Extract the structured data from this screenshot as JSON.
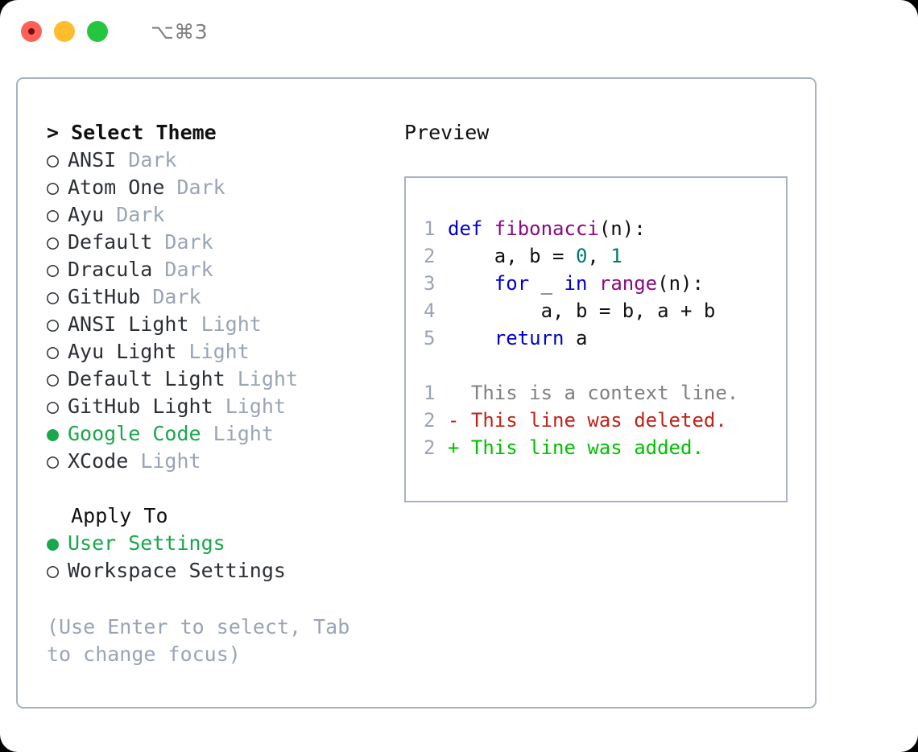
{
  "titlebar": {
    "shortcut": "⌥⌘3",
    "buttons": [
      {
        "name": "close",
        "color": "#ff6159"
      },
      {
        "name": "minimize",
        "color": "#ffbd2e"
      },
      {
        "name": "zoom",
        "color": "#25c63f"
      }
    ]
  },
  "theme_list": {
    "header": "> Select Theme",
    "marker_selected": "●",
    "marker_unselected": "○",
    "items": [
      {
        "label": "ANSI",
        "suffix": "Dark",
        "selected": false
      },
      {
        "label": "Atom One",
        "suffix": "Dark",
        "selected": false
      },
      {
        "label": "Ayu",
        "suffix": "Dark",
        "selected": false
      },
      {
        "label": "Default",
        "suffix": "Dark",
        "selected": false
      },
      {
        "label": "Dracula",
        "suffix": "Dark",
        "selected": false
      },
      {
        "label": "GitHub",
        "suffix": "Dark",
        "selected": false
      },
      {
        "label": "ANSI Light",
        "suffix": "Light",
        "selected": false
      },
      {
        "label": "Ayu Light",
        "suffix": "Light",
        "selected": false
      },
      {
        "label": "Default Light",
        "suffix": "Light",
        "selected": false
      },
      {
        "label": "GitHub Light",
        "suffix": "Light",
        "selected": false
      },
      {
        "label": "Google Code",
        "suffix": "Light",
        "selected": true
      },
      {
        "label": "XCode",
        "suffix": "Light",
        "selected": false
      }
    ]
  },
  "apply_to": {
    "header": "  Apply To",
    "items": [
      {
        "label": "User Settings",
        "selected": true
      },
      {
        "label": "Workspace Settings",
        "selected": false
      }
    ]
  },
  "hint": "(Use Enter to select, Tab to change focus)",
  "preview": {
    "title": "Preview",
    "code_lines": [
      {
        "num": "1",
        "tokens": [
          {
            "t": "def ",
            "c": "kw"
          },
          {
            "t": "fibonacci",
            "c": "fn"
          },
          {
            "t": "(n):",
            "c": "pl"
          }
        ]
      },
      {
        "num": "2",
        "tokens": [
          {
            "t": "    a, b = ",
            "c": "pl"
          },
          {
            "t": "0",
            "c": "num"
          },
          {
            "t": ", ",
            "c": "pl"
          },
          {
            "t": "1",
            "c": "num"
          }
        ]
      },
      {
        "num": "3",
        "tokens": [
          {
            "t": "    ",
            "c": "pl"
          },
          {
            "t": "for",
            "c": "kw"
          },
          {
            "t": " _ ",
            "c": "pl"
          },
          {
            "t": "in",
            "c": "kw"
          },
          {
            "t": " ",
            "c": "pl"
          },
          {
            "t": "range",
            "c": "fn"
          },
          {
            "t": "(n):",
            "c": "pl"
          }
        ]
      },
      {
        "num": "4",
        "tokens": [
          {
            "t": "        a, b = b, a + b",
            "c": "pl"
          }
        ]
      },
      {
        "num": "5",
        "tokens": [
          {
            "t": "    ",
            "c": "pl"
          },
          {
            "t": "return",
            "c": "kw"
          },
          {
            "t": " a",
            "c": "pl"
          }
        ]
      }
    ],
    "diff_lines": [
      {
        "num": "1",
        "marker": " ",
        "text": " This is a context line.",
        "kind": "ctx"
      },
      {
        "num": "2",
        "marker": "-",
        "text": " This line was deleted.",
        "kind": "del"
      },
      {
        "num": "2",
        "marker": "+",
        "text": " This line was added.",
        "kind": "add"
      }
    ]
  },
  "colors": {
    "accent_green": "#1aa64b",
    "added_green": "#00c000",
    "deleted_red": "#c0231a",
    "muted": "#9aa4b5",
    "border": "#a8b2c1",
    "keyword": "#0000cc",
    "function": "#8b0a82",
    "number": "#00796b"
  }
}
